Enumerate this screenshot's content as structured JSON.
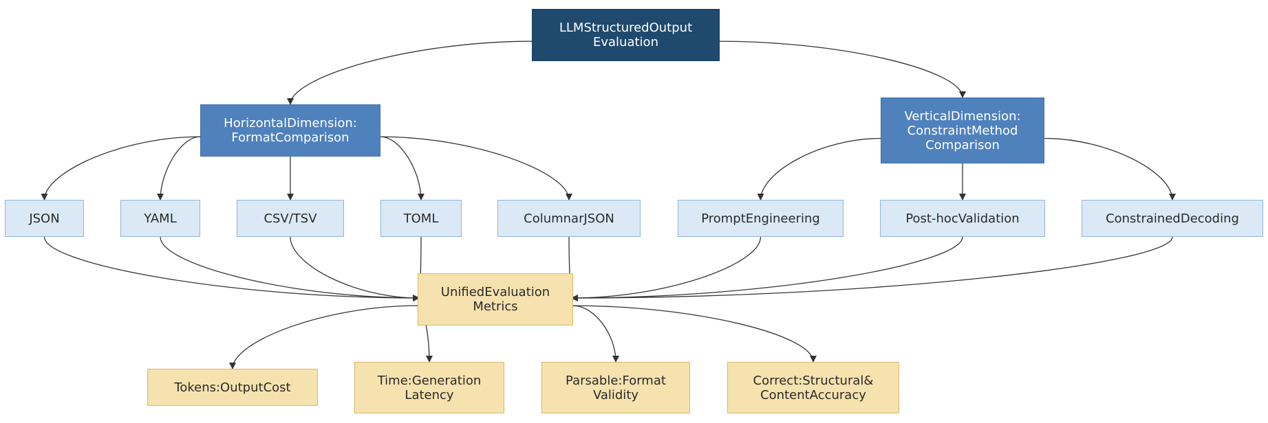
{
  "diagram": {
    "nodes": {
      "root": {
        "label": "LLMStructuredOutput\nEvaluation"
      },
      "horizontal": {
        "label": "HorizontalDimension:\nFormatComparison"
      },
      "vertical": {
        "label": "VerticalDimension:\nConstraintMethod\nComparison"
      },
      "json": {
        "label": "JSON"
      },
      "yaml": {
        "label": "YAML"
      },
      "csv": {
        "label": "CSV/TSV"
      },
      "toml": {
        "label": "TOML"
      },
      "columnar": {
        "label": "ColumnarJSON"
      },
      "prompt": {
        "label": "PromptEngineering"
      },
      "posthoc": {
        "label": "Post-hocValidation"
      },
      "constrained": {
        "label": "ConstrainedDecoding"
      },
      "unified": {
        "label": "UnifiedEvaluation\nMetrics"
      },
      "tokens": {
        "label": "Tokens:OutputCost"
      },
      "time": {
        "label": "Time:Generation\nLatency"
      },
      "parsable": {
        "label": "Parsable:Format\nValidity"
      },
      "correct": {
        "label": "Correct:Structural&\nContentAccuracy"
      }
    },
    "edges": [
      [
        "root",
        "horizontal"
      ],
      [
        "root",
        "vertical"
      ],
      [
        "horizontal",
        "json"
      ],
      [
        "horizontal",
        "yaml"
      ],
      [
        "horizontal",
        "csv"
      ],
      [
        "horizontal",
        "toml"
      ],
      [
        "horizontal",
        "columnar"
      ],
      [
        "vertical",
        "prompt"
      ],
      [
        "vertical",
        "posthoc"
      ],
      [
        "vertical",
        "constrained"
      ],
      [
        "json",
        "unified"
      ],
      [
        "yaml",
        "unified"
      ],
      [
        "csv",
        "unified"
      ],
      [
        "toml",
        "unified"
      ],
      [
        "columnar",
        "unified"
      ],
      [
        "prompt",
        "unified"
      ],
      [
        "posthoc",
        "unified"
      ],
      [
        "constrained",
        "unified"
      ],
      [
        "unified",
        "tokens"
      ],
      [
        "unified",
        "time"
      ],
      [
        "unified",
        "parsable"
      ],
      [
        "unified",
        "correct"
      ]
    ],
    "colors": {
      "root_fill": "#1f4a6e",
      "dimension_fill": "#4f81bd",
      "item_fill": "#dbe9f6",
      "item_border": "#8db5d9",
      "eval_fill": "#f6e2ae",
      "eval_border": "#d9b867",
      "edge": "#333333"
    }
  }
}
